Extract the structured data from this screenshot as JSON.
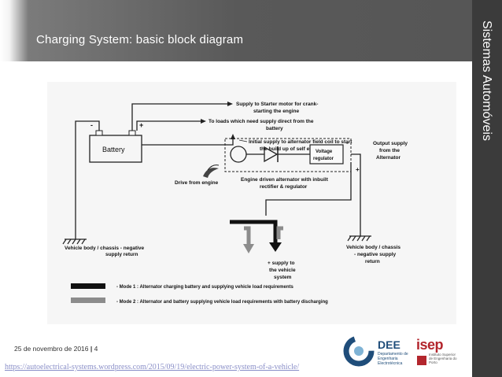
{
  "slide": {
    "title": "Charging System: basic block diagram",
    "side_title": "Sistemas Automóveis"
  },
  "diagram": {
    "battery_label": "Battery",
    "minus": "-",
    "plus": "+",
    "label_starter_1": "Supply to  Starter motor for  crank-",
    "label_starter_2": "starting the engine",
    "label_loads_1": "To loads  which need  supply direct from the",
    "label_loads_2": "battery",
    "label_initial_1": "Initial supply to alternator field coil to  start",
    "label_initial_2": "the  build  up  of self excitation",
    "label_output_1": "Output  supply",
    "label_output_2": "from the",
    "label_output_3": "Alternator",
    "regulator_1": "Voltage",
    "regulator_2": "regulator",
    "drive_label": "Drive from engine",
    "alt_label_1": "Engine driven alternator  with inbuilt",
    "alt_label_2": "rectifier & regulator",
    "ground_left_1": "Vehicle body / chassis - negative",
    "ground_left_2": "supply return",
    "ground_right_1": "Vehicle body / chassis",
    "ground_right_2": "- negative supply",
    "ground_right_3": "return",
    "vehicle_1": "+ supply to",
    "vehicle_2": "the vehicle",
    "vehicle_3": "system",
    "legend_1": "- Mode 1 : Alternator charging battery and supplying vehicle load requirements",
    "legend_2": "- Mode 2 :  Alternator  and  battery  supplying  vehicle load requirements with battery discharging",
    "colors": {
      "mode1": "#111111",
      "mode2": "#8c8c8c"
    }
  },
  "footer": {
    "date": "25 de novembro de 2016",
    "separator": "|",
    "page": "4",
    "url": "https://autoelectrical-systems.wordpress.com/2015/09/19/electric-power-system-of-a-vehicle/"
  },
  "logos": {
    "dee_text": "DEE",
    "dee_sub": "Departamento de Engenharia Electrotécnica",
    "isep_text": "isep",
    "isep_sub": "Instituto Superior de Engenharia do Porto"
  }
}
